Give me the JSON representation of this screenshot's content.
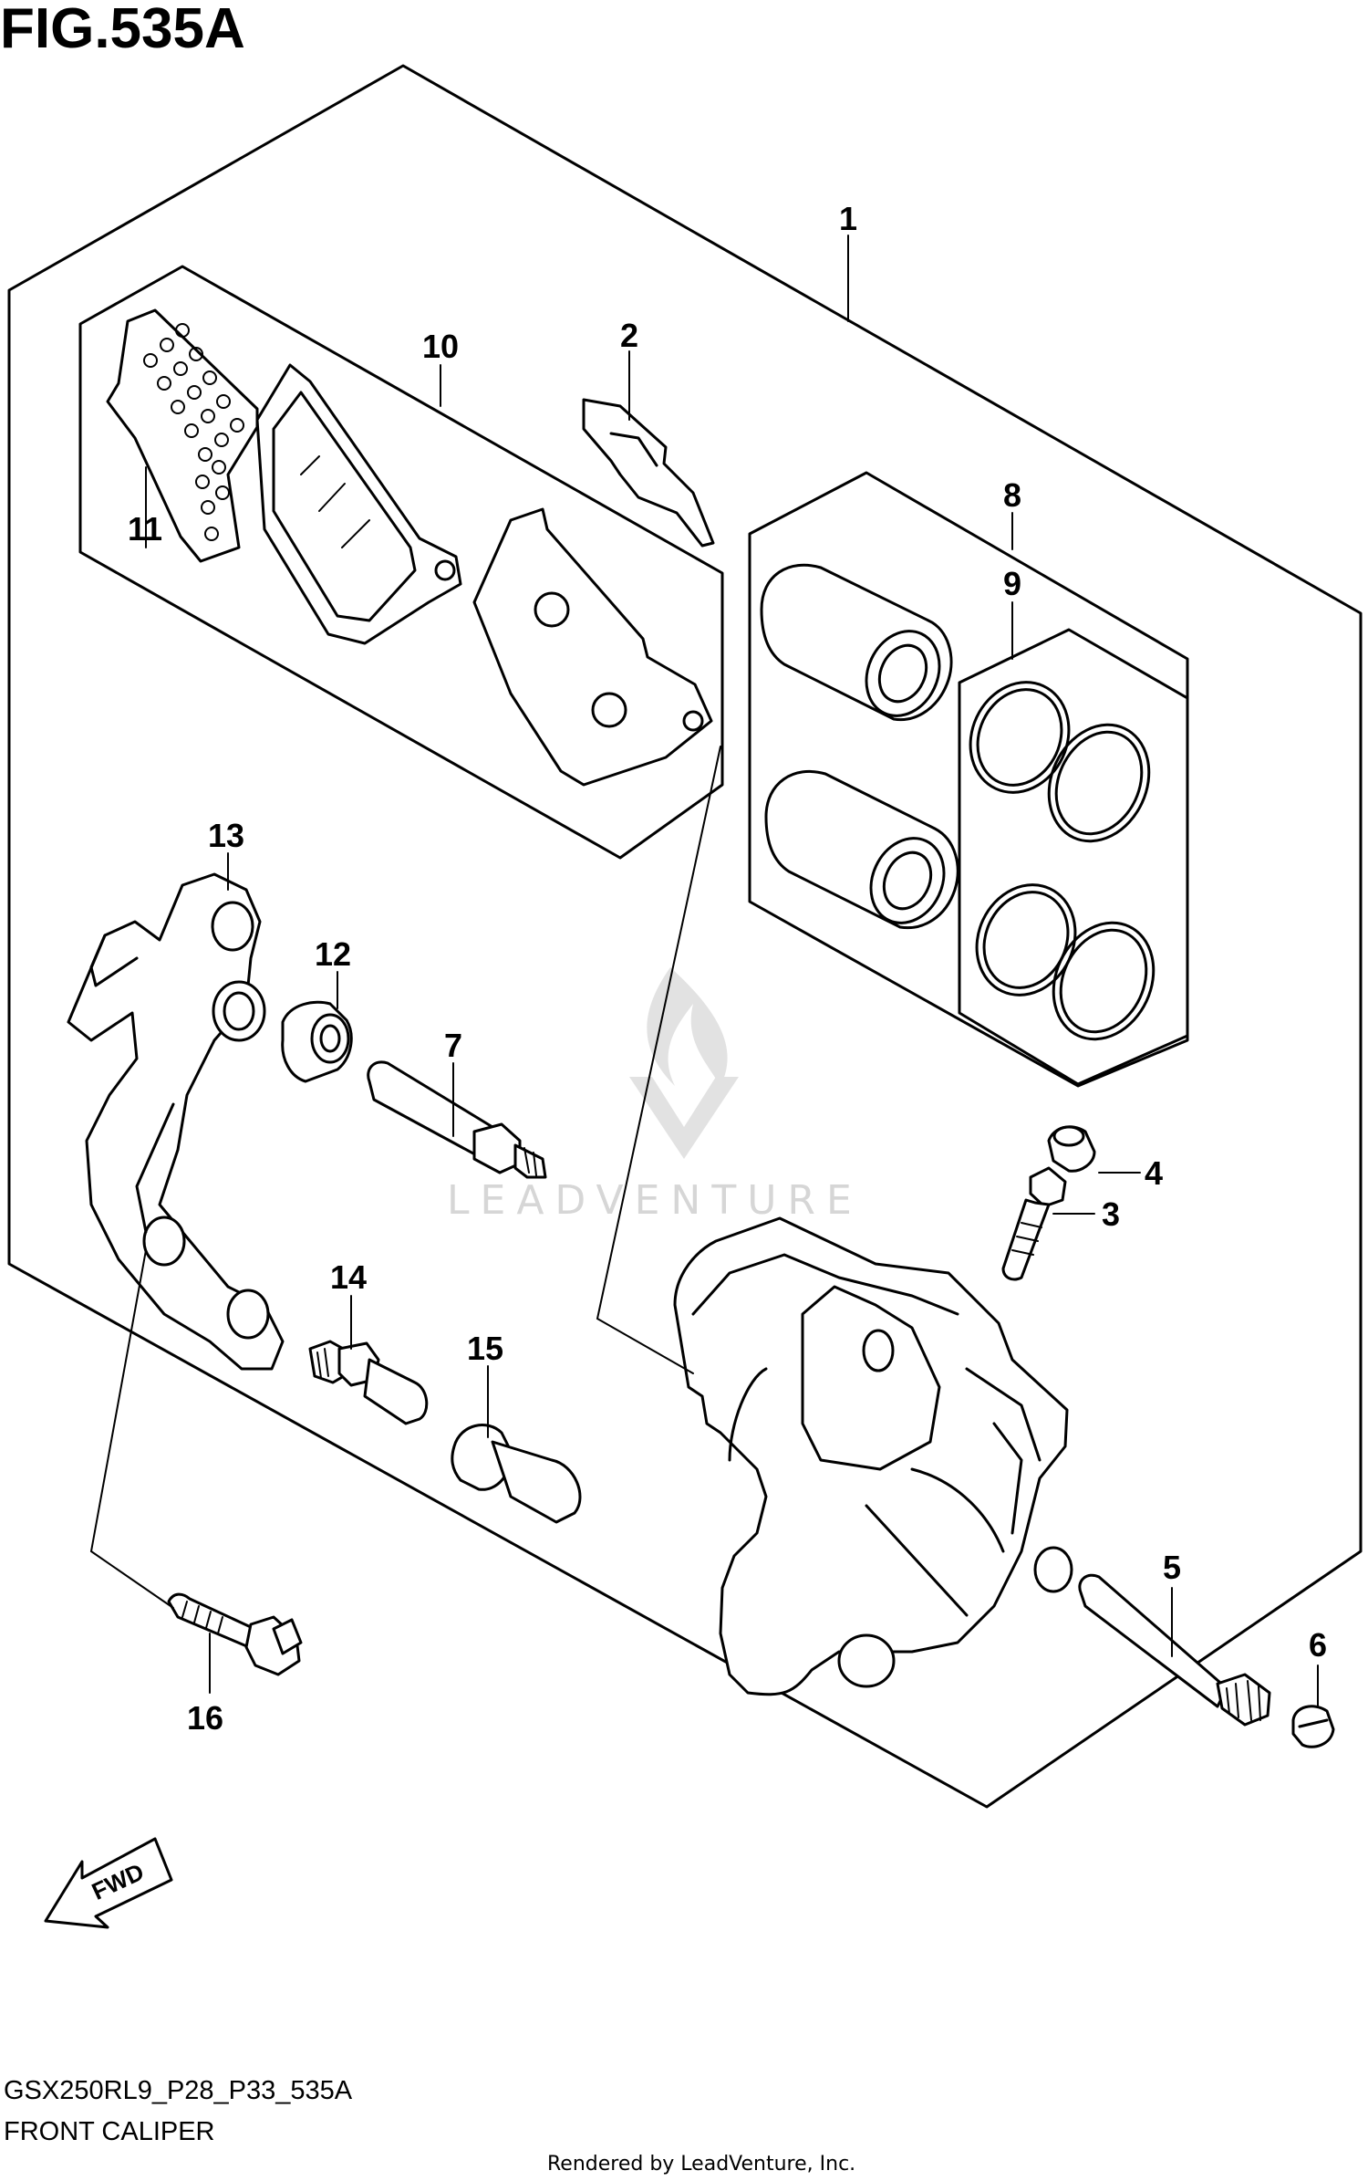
{
  "figure": {
    "title": "FIG.535A",
    "code": "GSX250RL9_P28_P33_535A",
    "name": "FRONT CALIPER",
    "credit": "Rendered by LeadVenture, Inc.",
    "watermark": "LEADVENTURE",
    "fwd_label": "FWD"
  },
  "callouts": {
    "c1": "1",
    "c2": "2",
    "c3": "3",
    "c4": "4",
    "c5": "5",
    "c6": "6",
    "c7": "7",
    "c8": "8",
    "c9": "9",
    "c10": "10",
    "c11": "11",
    "c12": "12",
    "c13": "13",
    "c14": "14",
    "c15": "15",
    "c16": "16"
  },
  "colors": {
    "ink": "#000000",
    "paper": "#ffffff",
    "watermark": "#d6d6d6"
  }
}
